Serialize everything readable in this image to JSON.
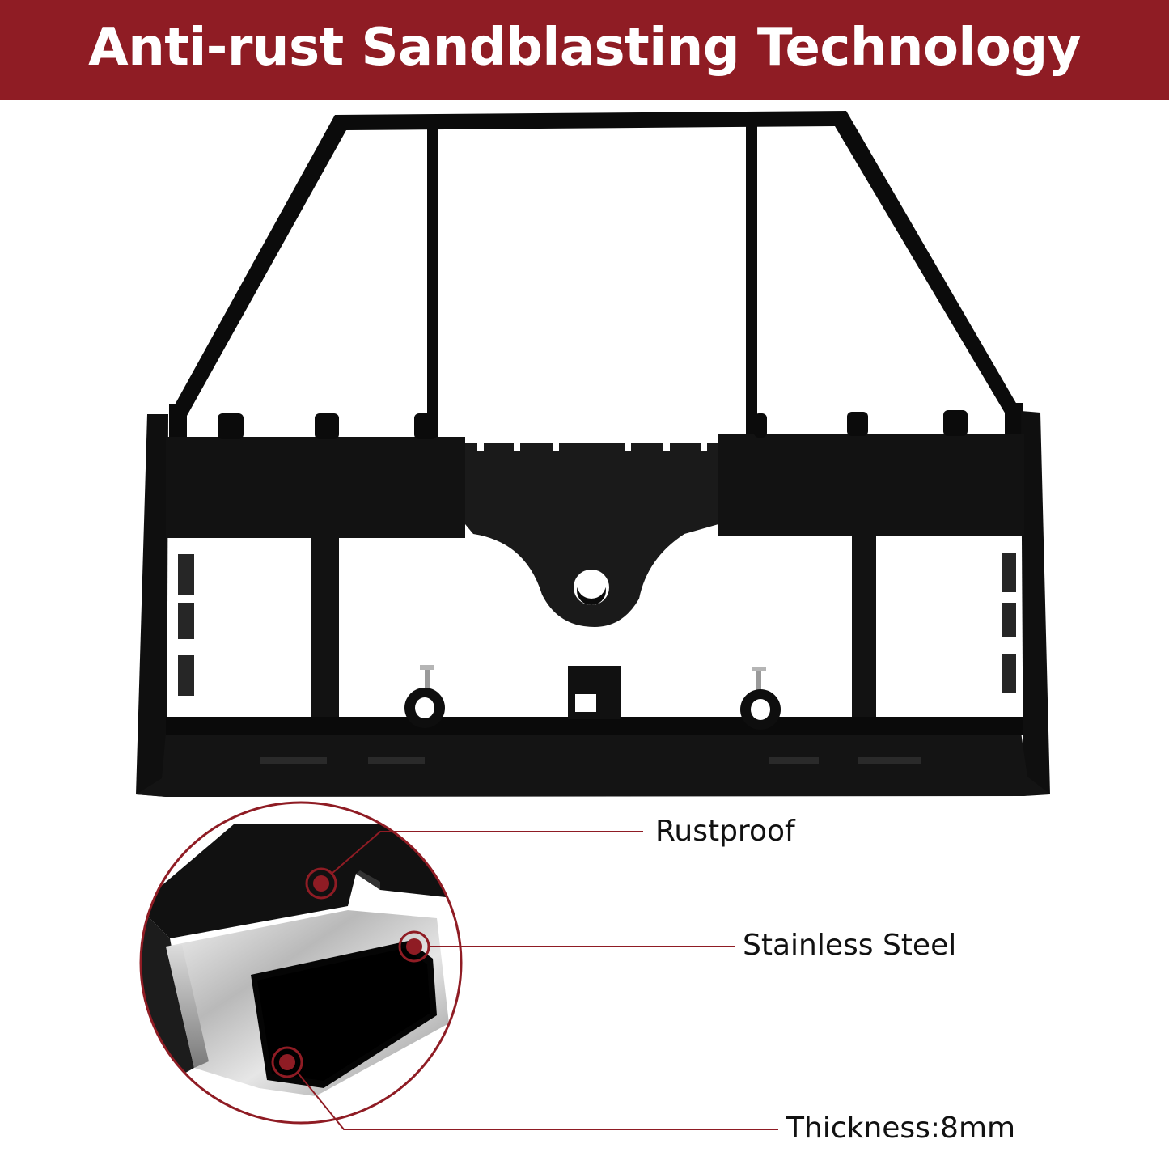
{
  "banner": {
    "title": "Anti-rust Sandblasting Technology",
    "background_color": "#8f1c24",
    "text_color": "#ffffff"
  },
  "product": {
    "image_subject": "pallet-fork-frame"
  },
  "callouts": [
    {
      "label": "Rustproof"
    },
    {
      "label": "Stainless Steel"
    },
    {
      "label": "Thickness:8mm"
    }
  ],
  "colors": {
    "accent": "#8f1c24",
    "frame": "#0b0b0b"
  }
}
